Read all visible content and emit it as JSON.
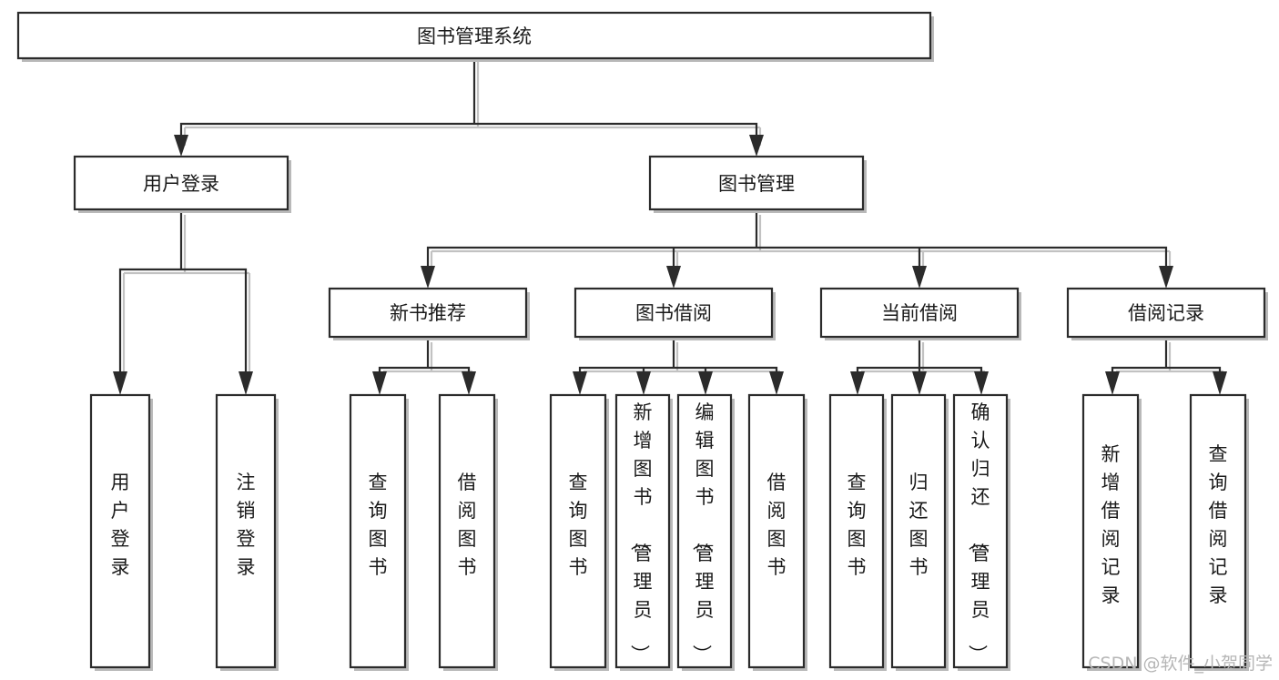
{
  "diagram": {
    "title": "图书管理系统",
    "type": "functional-structure-tree",
    "orientation": "top-down",
    "colors": {
      "node_fill": "#ffffff",
      "node_stroke": "#2b2b2b",
      "connector": "#2b2b2b",
      "text": "#1a1a1a",
      "watermark": "#b6b6b6",
      "background": "#ffffff"
    },
    "levels": {
      "root": "图书管理系统",
      "level2": [
        "用户登录",
        "图书管理"
      ],
      "level3": [
        "新书推荐",
        "图书借阅",
        "当前借阅",
        "借阅记录"
      ]
    },
    "nodes": {
      "root": {
        "label": "图书管理系统",
        "orientation": "horizontal"
      },
      "user_login": {
        "label": "用户登录",
        "orientation": "horizontal"
      },
      "book_manage": {
        "label": "图书管理",
        "orientation": "horizontal"
      },
      "new_book_rec": {
        "label": "新书推荐",
        "orientation": "horizontal"
      },
      "book_borrow": {
        "label": "图书借阅",
        "orientation": "horizontal"
      },
      "current_borrow": {
        "label": "当前借阅",
        "orientation": "horizontal"
      },
      "borrow_record": {
        "label": "借阅记录",
        "orientation": "horizontal"
      },
      "leaf_user_login": {
        "label": "用户登录",
        "orientation": "vertical"
      },
      "leaf_logout": {
        "label": "注销登录",
        "orientation": "vertical"
      },
      "leaf_query_book_1": {
        "label": "查询图书",
        "orientation": "vertical"
      },
      "leaf_borrow_book_1": {
        "label": "借阅图书",
        "orientation": "vertical"
      },
      "leaf_query_book_2": {
        "label": "查询图书",
        "orientation": "vertical"
      },
      "leaf_add_book": {
        "label": "新增图书（管理员）",
        "orientation": "vertical"
      },
      "leaf_edit_book": {
        "label": "编辑图书（管理员）",
        "orientation": "vertical"
      },
      "leaf_borrow_book_2": {
        "label": "借阅图书",
        "orientation": "vertical"
      },
      "leaf_query_book_3": {
        "label": "查询图书",
        "orientation": "vertical"
      },
      "leaf_return_book": {
        "label": "归还图书",
        "orientation": "vertical"
      },
      "leaf_confirm_return": {
        "label": "确认归还（管理员）",
        "orientation": "vertical"
      },
      "leaf_add_record": {
        "label": "新增借阅记录",
        "orientation": "vertical"
      },
      "leaf_query_record": {
        "label": "查询借阅记录",
        "orientation": "vertical"
      }
    },
    "edges": [
      {
        "from": "图书管理系统",
        "to": "用户登录"
      },
      {
        "from": "图书管理系统",
        "to": "图书管理"
      },
      {
        "from": "用户登录",
        "to": "用户登录"
      },
      {
        "from": "用户登录",
        "to": "注销登录"
      },
      {
        "from": "图书管理",
        "to": "新书推荐"
      },
      {
        "from": "图书管理",
        "to": "图书借阅"
      },
      {
        "from": "图书管理",
        "to": "当前借阅"
      },
      {
        "from": "图书管理",
        "to": "借阅记录"
      },
      {
        "from": "新书推荐",
        "to": "查询图书"
      },
      {
        "from": "新书推荐",
        "to": "借阅图书"
      },
      {
        "from": "图书借阅",
        "to": "查询图书"
      },
      {
        "from": "图书借阅",
        "to": "新增图书（管理员）"
      },
      {
        "from": "图书借阅",
        "to": "编辑图书（管理员）"
      },
      {
        "from": "图书借阅",
        "to": "借阅图书"
      },
      {
        "from": "当前借阅",
        "to": "查询图书"
      },
      {
        "from": "当前借阅",
        "to": "归还图书"
      },
      {
        "from": "当前借阅",
        "to": "确认归还（管理员）"
      },
      {
        "from": "借阅记录",
        "to": "新增借阅记录"
      },
      {
        "from": "借阅记录",
        "to": "查询借阅记录"
      }
    ]
  },
  "watermark": {
    "text": "CSDN @软件_小贺同学"
  }
}
